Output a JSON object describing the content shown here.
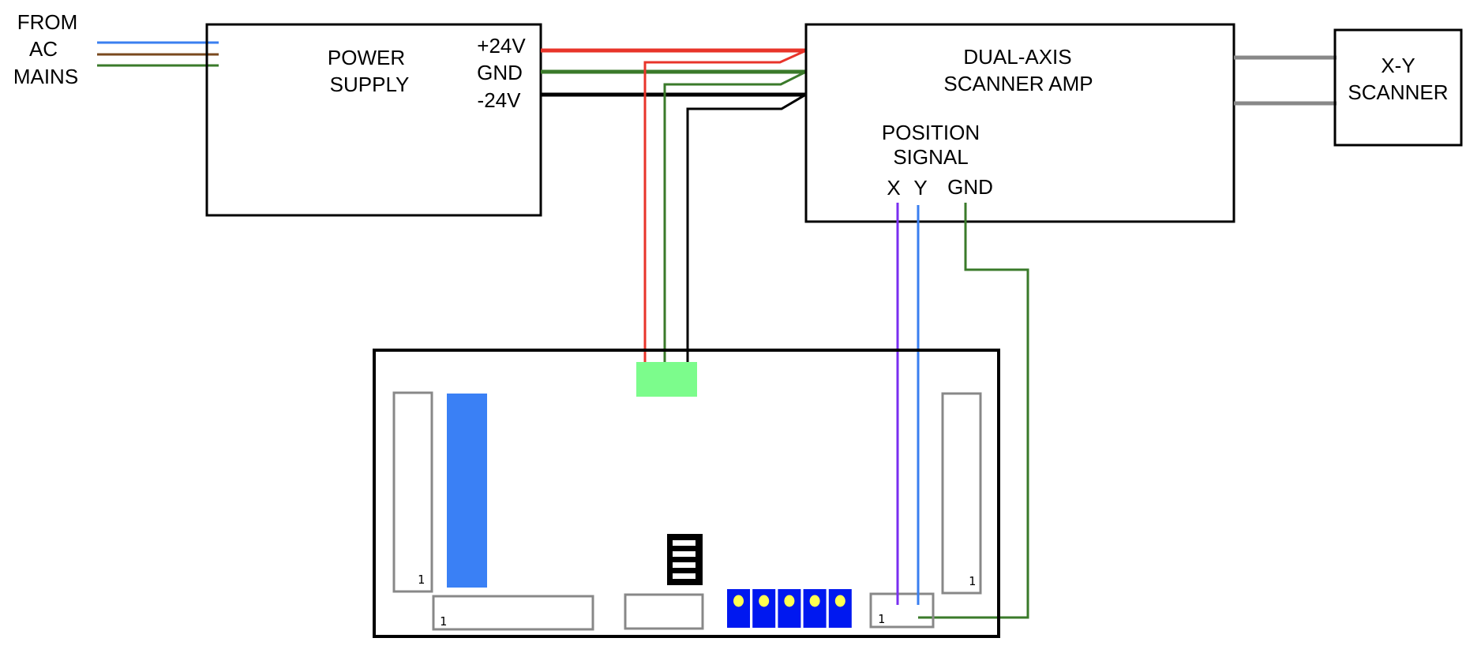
{
  "mains": {
    "label_lines": [
      "FROM",
      "AC",
      "MAINS"
    ],
    "wire_colors": [
      "#3a7ff0",
      "#7a4a1e",
      "#3a7a2a"
    ]
  },
  "power_supply": {
    "title_lines": [
      "POWER",
      "SUPPLY"
    ],
    "terminals": [
      "+24V",
      "GND",
      "-24V"
    ]
  },
  "scanner_amp": {
    "title_lines": [
      "DUAL-AXIS",
      "SCANNER AMP"
    ],
    "signal_label_lines": [
      "POSITION",
      "SIGNAL"
    ],
    "signal_pins": [
      "X",
      "Y",
      "GND"
    ]
  },
  "scanner": {
    "title_lines": [
      "X-Y",
      "SCANNER"
    ]
  },
  "board": {
    "pin1_label": "1"
  },
  "colors": {
    "positive": "#e8342a",
    "ground": "#3a7a2a",
    "negative": "#000000",
    "x_signal": "#7a2ff0",
    "y_signal": "#3a7ff0",
    "scanner_cable": "#888888",
    "power_connector": "#7cfc8c",
    "ribbon": "#3a80f5",
    "pots": "#0018f0",
    "pot_wiper": "#ffff50",
    "header_outline": "#888888"
  }
}
